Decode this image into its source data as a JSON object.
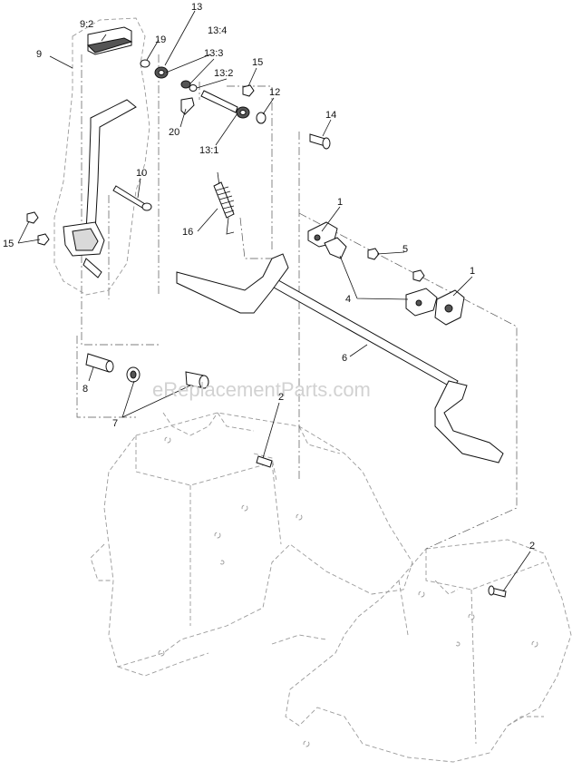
{
  "watermark": "eReplacementParts.com",
  "callouts": [
    {
      "id": "c-9-2",
      "text": "9:2"
    },
    {
      "id": "c-13",
      "text": "13"
    },
    {
      "id": "c-19",
      "text": "19"
    },
    {
      "id": "c-13-4",
      "text": "13:4"
    },
    {
      "id": "c-9",
      "text": "9"
    },
    {
      "id": "c-13-3",
      "text": "13:3"
    },
    {
      "id": "c-15a",
      "text": "15"
    },
    {
      "id": "c-13-2",
      "text": "13:2"
    },
    {
      "id": "c-12",
      "text": "12"
    },
    {
      "id": "c-20",
      "text": "20"
    },
    {
      "id": "c-14",
      "text": "14"
    },
    {
      "id": "c-13-1",
      "text": "13:1"
    },
    {
      "id": "c-10",
      "text": "10"
    },
    {
      "id": "c-16",
      "text": "16"
    },
    {
      "id": "c-1a",
      "text": "1"
    },
    {
      "id": "c-15b",
      "text": "15"
    },
    {
      "id": "c-5",
      "text": "5"
    },
    {
      "id": "c-1b",
      "text": "1"
    },
    {
      "id": "c-4",
      "text": "4"
    },
    {
      "id": "c-6",
      "text": "6"
    },
    {
      "id": "c-8",
      "text": "8"
    },
    {
      "id": "c-7",
      "text": "7"
    },
    {
      "id": "c-2a",
      "text": "2"
    },
    {
      "id": "c-2b",
      "text": "2"
    }
  ]
}
